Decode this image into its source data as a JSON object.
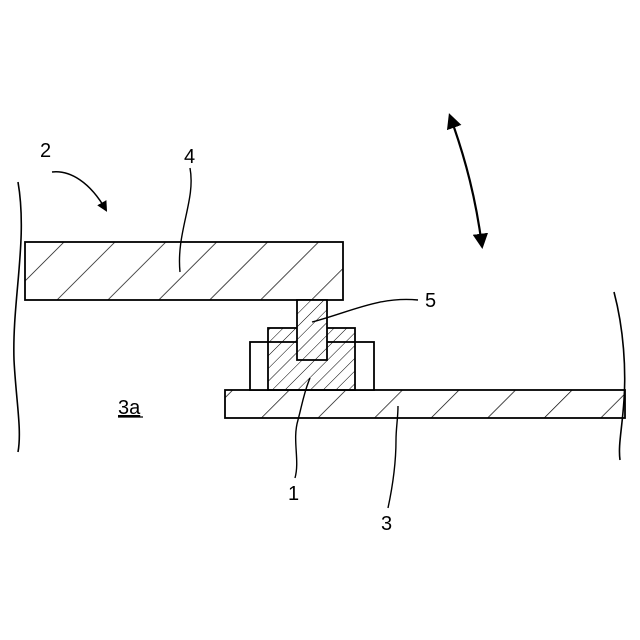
{
  "colors": {
    "ink": "#000000",
    "background": "#ffffff"
  },
  "labels": {
    "device": "2",
    "upper_member": "4",
    "pin": "5",
    "region": "3a",
    "socket": "1",
    "base_plate": "3"
  },
  "icons": {
    "motion_arrow": "double-headed-arrow-icon",
    "pointer_arrow": "curved-arrow-icon"
  }
}
